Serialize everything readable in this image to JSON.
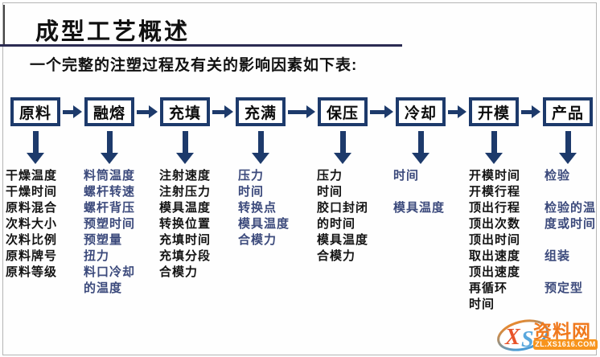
{
  "title": "成型工艺概述",
  "subtitle": "一个完整的注塑过程及有关的影响因素如下表:",
  "colors": {
    "accent_navy": "#1d3a6b",
    "title_rule": "#2b2b52",
    "text_black": "#141414",
    "text_navy": "#3c4a7c",
    "logo_orange": "#f0791d",
    "logo_blue": "#58a7dd"
  },
  "flow": {
    "stages": [
      {
        "label": "原料",
        "color": "black",
        "factors": [
          "干燥温度",
          "干燥时间",
          "原料混合",
          "次料大小",
          "次料比例",
          "原料牌号",
          "原料等级"
        ]
      },
      {
        "label": "融熔",
        "color": "navy",
        "factors": [
          "料筒温度",
          "螺杆转速",
          "螺杆背压",
          "预塑时间",
          "预塑量",
          "扭力",
          "料口冷却",
          "的温度"
        ]
      },
      {
        "label": "充填",
        "color": "black",
        "factors": [
          "注射速度",
          "注射压力",
          "模具温度",
          "转换位置",
          "充填时间",
          "充填分段",
          "合模力"
        ]
      },
      {
        "label": "充满",
        "color": "navy",
        "factors": [
          "压力",
          "时间",
          "转换点",
          "模具温度",
          "合模力"
        ]
      },
      {
        "label": "保压",
        "color": "black",
        "factors": [
          "压力",
          "时间",
          "胶口封闭",
          "的时间",
          "模具温度",
          "合模力"
        ]
      },
      {
        "label": "冷却",
        "color": "navy",
        "factors": [
          "时间",
          "",
          "模具温度"
        ]
      },
      {
        "label": "开模",
        "color": "black",
        "factors": [
          "开模时间",
          "开模行程",
          "顶出行程",
          "顶出次数",
          "顶出时间",
          "取出速度",
          "顶出速度",
          "再循环",
          "时间"
        ]
      },
      {
        "label": "产品",
        "color": "navy",
        "factors": [
          "检验",
          "",
          "检验的温",
          "度或时间",
          "",
          "组装",
          "",
          "预定型"
        ]
      }
    ]
  },
  "watermark": {
    "logo_x": "X",
    "logo_s": "S",
    "site_name": "资料网",
    "site_url": "ZL.XS1616.COM"
  }
}
